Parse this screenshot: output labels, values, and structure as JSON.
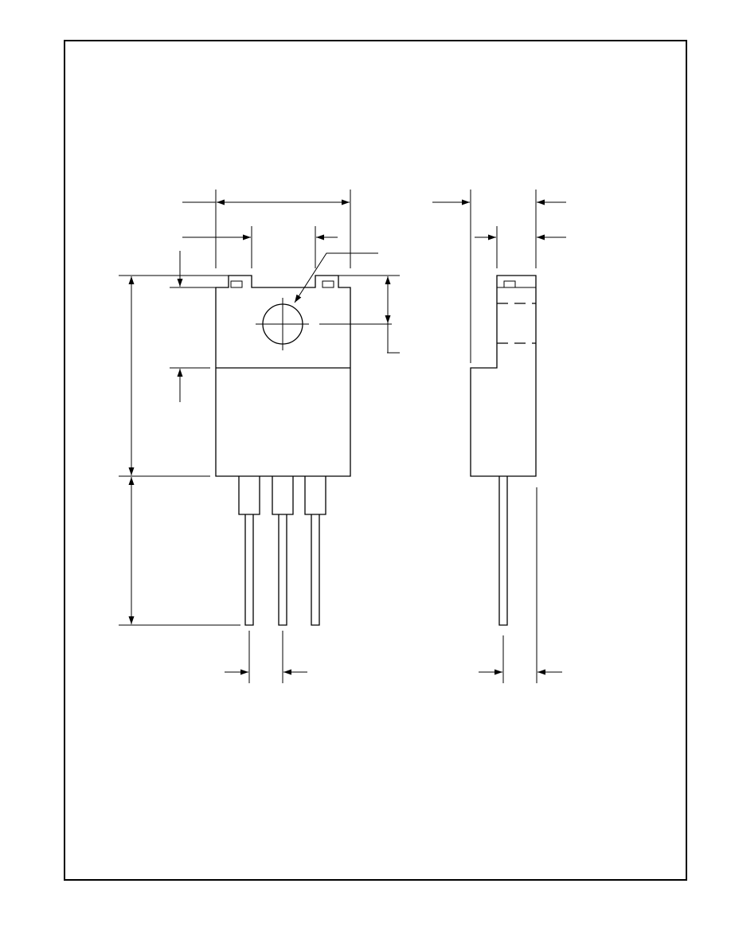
{
  "drawing": {
    "type": "package-outline",
    "views": [
      "front-view",
      "side-view"
    ],
    "text_labels": [],
    "colors": {
      "line": "#000000",
      "background": "#ffffff"
    }
  }
}
